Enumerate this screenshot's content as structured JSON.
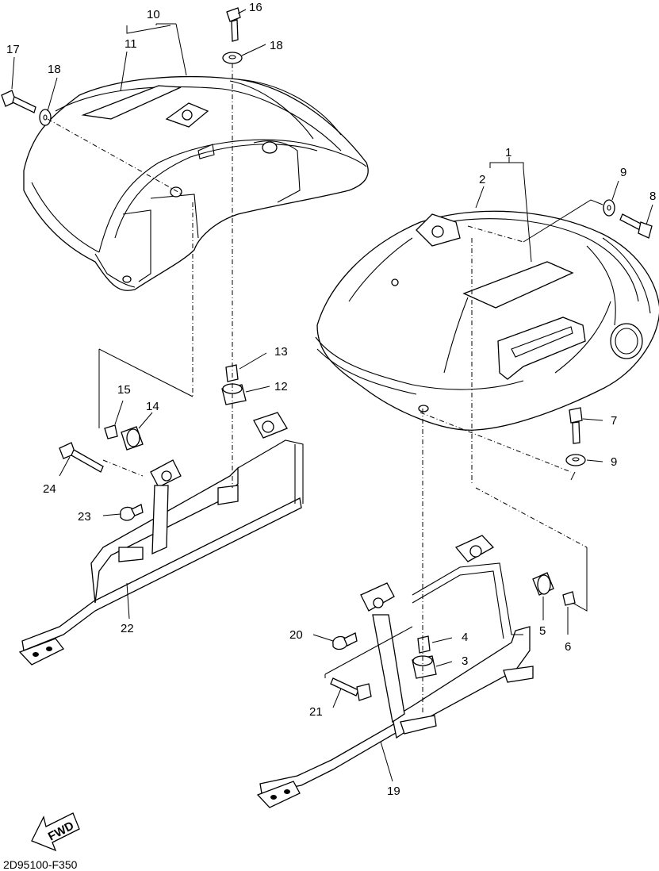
{
  "diagram_code": "2D95100-F350",
  "fwd_label": "FWD",
  "callouts": {
    "c1": "1",
    "c2": "2",
    "c3": "3",
    "c4": "4",
    "c5": "5",
    "c6": "6",
    "c7": "7",
    "c8": "8",
    "c9a": "9",
    "c9b": "9",
    "c10": "10",
    "c11": "11",
    "c12": "12",
    "c13": "13",
    "c14": "14",
    "c15": "15",
    "c16": "16",
    "c17": "17",
    "c18a": "18",
    "c18b": "18",
    "c19": "19",
    "c20": "20",
    "c21": "21",
    "c22": "22",
    "c23": "23",
    "c24": "24"
  }
}
